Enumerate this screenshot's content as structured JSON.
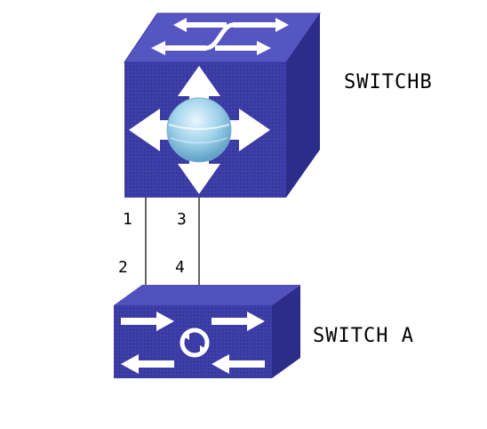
{
  "diagram": {
    "switch_b": {
      "label": "SWITCHB",
      "icon": "layer3-switch-icon"
    },
    "switch_a": {
      "label": "SWITCH A",
      "icon": "layer2-switch-icon"
    },
    "links": [
      {
        "top_port": "1",
        "bottom_port": "2"
      },
      {
        "top_port": "3",
        "bottom_port": "4"
      }
    ],
    "colors": {
      "device_front": "#3b3ca5",
      "device_top": "#5c5dc7",
      "device_side": "#2a2b86",
      "arrow": "#ffffff",
      "background": "#ffffff"
    }
  }
}
